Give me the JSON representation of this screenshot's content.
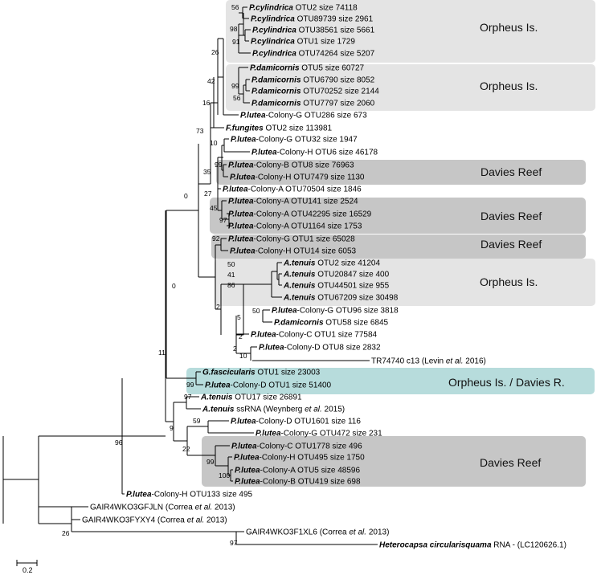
{
  "leaves": [
    {
      "id": "L01",
      "parts": [
        {
          "t": "P.cylindrica",
          "s": "sp"
        },
        {
          "t": " OTU2 size 74118"
        }
      ]
    },
    {
      "id": "L02",
      "parts": [
        {
          "t": "P.cylindrica",
          "s": "sp"
        },
        {
          "t": " OTU89739 size 2961"
        }
      ]
    },
    {
      "id": "L03",
      "parts": [
        {
          "t": "P.cylindrica",
          "s": "sp"
        },
        {
          "t": " OTU38561 size 5661"
        }
      ]
    },
    {
      "id": "L04",
      "parts": [
        {
          "t": "P.cylindrica",
          "s": "sp"
        },
        {
          "t": " OTU1 size 1729"
        }
      ]
    },
    {
      "id": "L05",
      "parts": [
        {
          "t": "P.cylindrica",
          "s": "sp"
        },
        {
          "t": " OTU74264 size 5207"
        }
      ]
    },
    {
      "id": "L06",
      "parts": [
        {
          "t": "P.damicornis",
          "s": "sp"
        },
        {
          "t": " OTU5 size 60727"
        }
      ]
    },
    {
      "id": "L07",
      "parts": [
        {
          "t": "P.damicornis",
          "s": "sp"
        },
        {
          "t": " OTU6790 size 8052"
        }
      ]
    },
    {
      "id": "L08",
      "parts": [
        {
          "t": "P.damicornis",
          "s": "sp"
        },
        {
          "t": " OTU70252 size 2144"
        }
      ]
    },
    {
      "id": "L09",
      "parts": [
        {
          "t": "P.damicornis",
          "s": "sp"
        },
        {
          "t": " OTU7797 size 2060"
        }
      ]
    },
    {
      "id": "L10",
      "parts": [
        {
          "t": "P.lutea",
          "s": "sp"
        },
        {
          "t": "-Colony-G OTU286 size 673"
        }
      ]
    },
    {
      "id": "L11",
      "parts": [
        {
          "t": "F.fungites",
          "s": "sp"
        },
        {
          "t": " OTU2 size 113981"
        }
      ]
    },
    {
      "id": "L12",
      "parts": [
        {
          "t": "P.lutea",
          "s": "sp"
        },
        {
          "t": "-Colony-G OTU32 size 1947"
        }
      ]
    },
    {
      "id": "L13",
      "parts": [
        {
          "t": "P.lutea",
          "s": "sp"
        },
        {
          "t": "-Colony-H OTU6 size 46178"
        }
      ]
    },
    {
      "id": "L14",
      "parts": [
        {
          "t": "P.lutea",
          "s": "sp"
        },
        {
          "t": "-Colony-B OTU8 size 76963"
        }
      ]
    },
    {
      "id": "L15",
      "parts": [
        {
          "t": "P.lutea",
          "s": "sp"
        },
        {
          "t": "-Colony-H OTU7479 size 1130"
        }
      ]
    },
    {
      "id": "L16",
      "parts": [
        {
          "t": "P.lutea",
          "s": "sp"
        },
        {
          "t": "-Colony-A OTU70504 size 1846"
        }
      ]
    },
    {
      "id": "L17",
      "parts": [
        {
          "t": "P.lutea",
          "s": "sp"
        },
        {
          "t": "-Colony-A OTU141 size 2524"
        }
      ]
    },
    {
      "id": "L18",
      "parts": [
        {
          "t": "P.lutea",
          "s": "sp"
        },
        {
          "t": "-Colony-A OTU42295 size 16529"
        }
      ]
    },
    {
      "id": "L19",
      "parts": [
        {
          "t": "P.lutea",
          "s": "sp"
        },
        {
          "t": "-Colony-A OTU1164 size 1753"
        }
      ]
    },
    {
      "id": "L20",
      "parts": [
        {
          "t": "P.lutea",
          "s": "sp"
        },
        {
          "t": "-Colony-G OTU1 size 65028"
        }
      ]
    },
    {
      "id": "L21",
      "parts": [
        {
          "t": "P.lutea",
          "s": "sp"
        },
        {
          "t": "-Colony-H OTU14 size 6053"
        }
      ]
    },
    {
      "id": "L22",
      "parts": [
        {
          "t": "A.tenuis",
          "s": "sp"
        },
        {
          "t": " OTU2 size 41204"
        }
      ]
    },
    {
      "id": "L23",
      "parts": [
        {
          "t": "A.tenuis",
          "s": "sp"
        },
        {
          "t": " OTU20847 size 400"
        }
      ]
    },
    {
      "id": "L24",
      "parts": [
        {
          "t": "A.tenuis",
          "s": "sp"
        },
        {
          "t": " OTU44501 size 955"
        }
      ]
    },
    {
      "id": "L25",
      "parts": [
        {
          "t": "A.tenuis",
          "s": "sp"
        },
        {
          "t": " OTU67209 size 30498"
        }
      ]
    },
    {
      "id": "L26",
      "parts": [
        {
          "t": "P.lutea",
          "s": "sp"
        },
        {
          "t": "-Colony-G OTU96 size 3818"
        }
      ]
    },
    {
      "id": "L27",
      "parts": [
        {
          "t": "P.damicornis",
          "s": "sp"
        },
        {
          "t": " OTU58 size 6845"
        }
      ]
    },
    {
      "id": "L28",
      "parts": [
        {
          "t": "P.lutea",
          "s": "sp"
        },
        {
          "t": "-Colony-C OTU1 size 77584"
        }
      ]
    },
    {
      "id": "L29",
      "parts": [
        {
          "t": "P.lutea",
          "s": "sp"
        },
        {
          "t": "-Colony-D OTU8 size 2832"
        }
      ]
    },
    {
      "id": "L30",
      "parts": [
        {
          "t": "TR74740 c13 (Levin "
        },
        {
          "t": "et al.",
          "s": "etal"
        },
        {
          "t": " 2016)"
        }
      ]
    },
    {
      "id": "L31",
      "parts": [
        {
          "t": "G.fascicularis",
          "s": "sp"
        },
        {
          "t": " OTU1 size 23003"
        }
      ]
    },
    {
      "id": "L32",
      "parts": [
        {
          "t": "P.lutea",
          "s": "sp"
        },
        {
          "t": "-Colony-D OTU1 size 51400"
        }
      ]
    },
    {
      "id": "L33",
      "parts": [
        {
          "t": "A.tenuis",
          "s": "sp"
        },
        {
          "t": " OTU17 size 26891"
        }
      ]
    },
    {
      "id": "L34",
      "parts": [
        {
          "t": "A.tenuis",
          "s": "sp"
        },
        {
          "t": " ssRNA (Weynberg "
        },
        {
          "t": "et al.",
          "s": "etal"
        },
        {
          "t": " 2015)"
        }
      ]
    },
    {
      "id": "L35",
      "parts": [
        {
          "t": "P.lutea",
          "s": "sp"
        },
        {
          "t": "-Colony-D OTU1601 size 116"
        }
      ]
    },
    {
      "id": "L36",
      "parts": [
        {
          "t": "P.lutea",
          "s": "sp"
        },
        {
          "t": "-Colony-G OTU472 size 231"
        }
      ]
    },
    {
      "id": "L37",
      "parts": [
        {
          "t": "P.lutea",
          "s": "sp"
        },
        {
          "t": "-Colony-C OTU1778 size 496"
        }
      ]
    },
    {
      "id": "L38",
      "parts": [
        {
          "t": "P.lutea",
          "s": "sp"
        },
        {
          "t": "-Colony-H OTU495 size 1750"
        }
      ]
    },
    {
      "id": "L39",
      "parts": [
        {
          "t": "P.lutea",
          "s": "sp"
        },
        {
          "t": "-Colony-A OTU5 size 48596"
        }
      ]
    },
    {
      "id": "L40",
      "parts": [
        {
          "t": "P.lutea",
          "s": "sp"
        },
        {
          "t": "-Colony-B OTU419 size 698"
        }
      ]
    },
    {
      "id": "L41",
      "parts": [
        {
          "t": "P.lutea",
          "s": "sp"
        },
        {
          "t": "-Colony-H OTU133 size 495"
        }
      ]
    },
    {
      "id": "L42",
      "parts": [
        {
          "t": "GAIR4WKO3GFJLN (Correa "
        },
        {
          "t": "et al.",
          "s": "etal"
        },
        {
          "t": " 2013)"
        }
      ]
    },
    {
      "id": "L43",
      "parts": [
        {
          "t": "GAIR4WKO3FYXY4 (Correa "
        },
        {
          "t": "et al.",
          "s": "etal"
        },
        {
          "t": " 2013)"
        }
      ]
    },
    {
      "id": "L44",
      "parts": [
        {
          "t": "GAIR4WKO3F1XL6 (Correa "
        },
        {
          "t": "et al.",
          "s": "etal"
        },
        {
          "t": " 2013)"
        }
      ]
    },
    {
      "id": "L45",
      "parts": [
        {
          "t": "Heterocapsa circularisquama",
          "s": "sp"
        },
        {
          "t": " RNA - (LC120626.1)"
        }
      ]
    }
  ],
  "supports": [
    {
      "id": "S01",
      "text": "56"
    },
    {
      "id": "S02",
      "text": "98"
    },
    {
      "id": "S03",
      "text": "91"
    },
    {
      "id": "S04",
      "text": "26"
    },
    {
      "id": "S05",
      "text": "99"
    },
    {
      "id": "S06",
      "text": "56"
    },
    {
      "id": "S07",
      "text": "42"
    },
    {
      "id": "S08",
      "text": "16"
    },
    {
      "id": "S09",
      "text": "73"
    },
    {
      "id": "S10",
      "text": "10"
    },
    {
      "id": "S11",
      "text": "99"
    },
    {
      "id": "S12",
      "text": "35"
    },
    {
      "id": "S13",
      "text": "27"
    },
    {
      "id": "S14",
      "text": "45"
    },
    {
      "id": "S15",
      "text": "97"
    },
    {
      "id": "S16",
      "text": "0"
    },
    {
      "id": "S17",
      "text": "92"
    },
    {
      "id": "S18",
      "text": "50"
    },
    {
      "id": "S19",
      "text": "41"
    },
    {
      "id": "S20",
      "text": "86"
    },
    {
      "id": "S21",
      "text": "2"
    },
    {
      "id": "S22",
      "text": "50"
    },
    {
      "id": "S23",
      "text": "5"
    },
    {
      "id": "S24",
      "text": "2"
    },
    {
      "id": "S25",
      "text": "0"
    },
    {
      "id": "S26",
      "text": "11"
    },
    {
      "id": "S27",
      "text": "99"
    },
    {
      "id": "S28",
      "text": "97"
    },
    {
      "id": "S29",
      "text": "9"
    },
    {
      "id": "S30",
      "text": "59"
    },
    {
      "id": "S31",
      "text": "22"
    },
    {
      "id": "S32",
      "text": "99"
    },
    {
      "id": "S33",
      "text": "100"
    },
    {
      "id": "S34",
      "text": "96"
    },
    {
      "id": "S35",
      "text": "26"
    },
    {
      "id": "S36",
      "text": "97"
    },
    {
      "id": "S37",
      "text": "2"
    },
    {
      "id": "S38",
      "text": "10"
    }
  ],
  "groups": [
    {
      "id": "G1",
      "label": "Orpheus Is.",
      "color": "#e4e4e4"
    },
    {
      "id": "G2",
      "label": "Orpheus Is.",
      "color": "#e4e4e4"
    },
    {
      "id": "G3",
      "label": "Davies Reef",
      "color": "#c6c6c6"
    },
    {
      "id": "G4",
      "label": "Davies Reef",
      "color": "#c6c6c6"
    },
    {
      "id": "G5",
      "label": "Davies Reef",
      "color": "#c6c6c6"
    },
    {
      "id": "G6",
      "label": "Orpheus Is.",
      "color": "#e4e4e4"
    },
    {
      "id": "G7",
      "label": "Orpheus Is. / Davies R.",
      "color": "#b7dcdc"
    },
    {
      "id": "G8",
      "label": "Davies Reef",
      "color": "#c6c6c6"
    }
  ],
  "scale": {
    "label": "0.2"
  }
}
